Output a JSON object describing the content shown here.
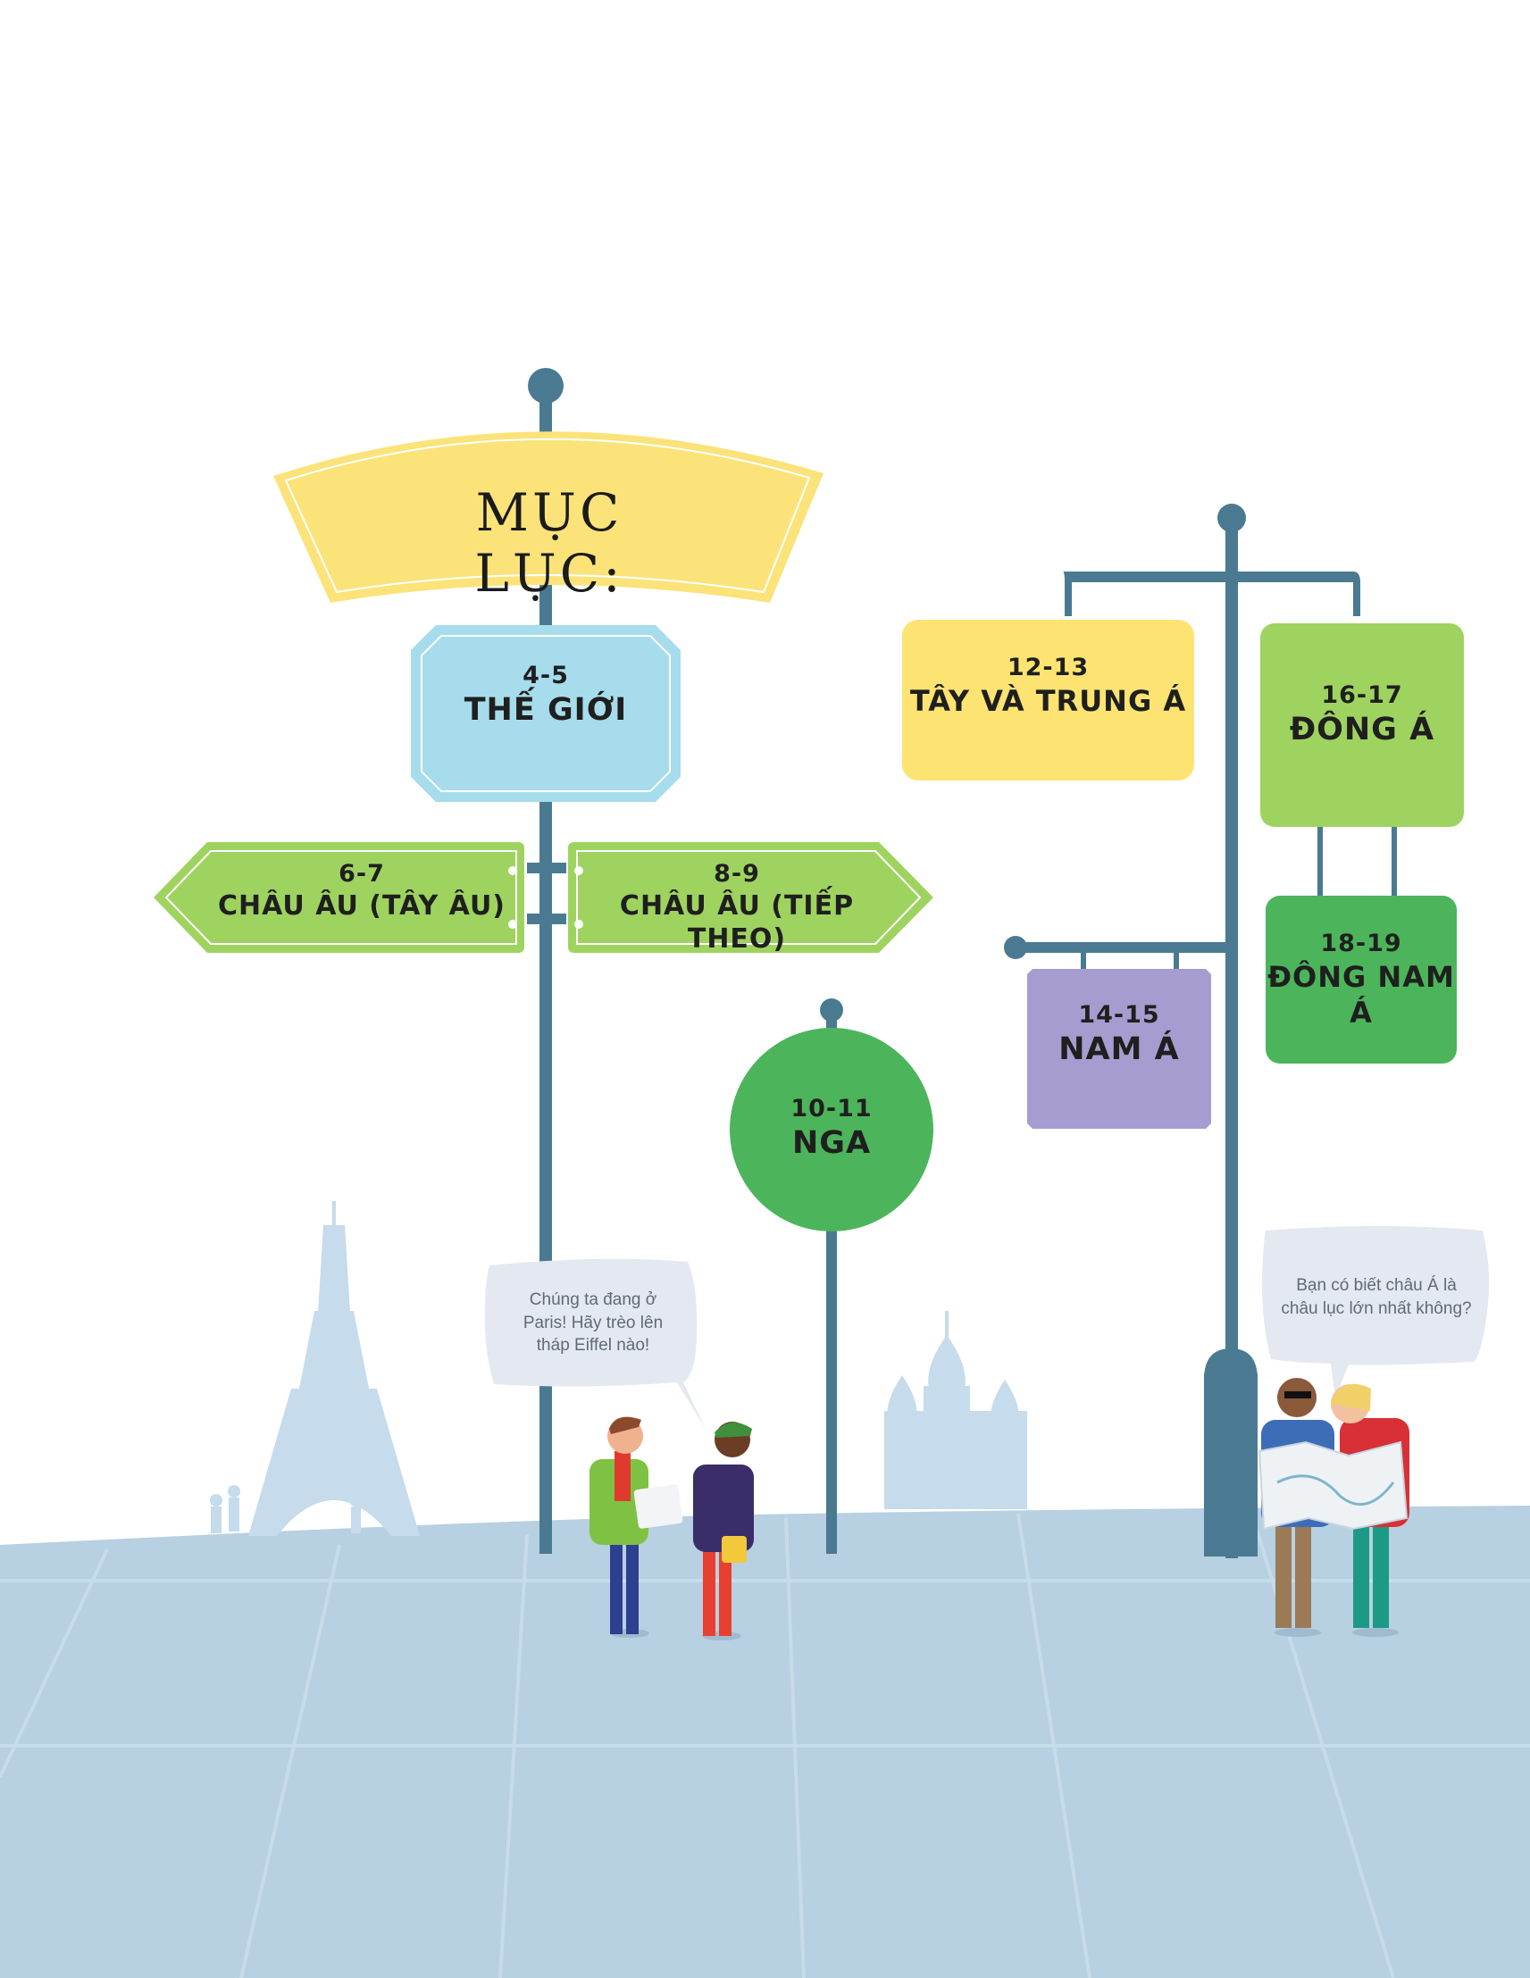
{
  "title": "MỤC LỤC:",
  "signs": {
    "the_gioi": {
      "pages": "4-5",
      "label": "THẾ GIỚI"
    },
    "chau_au_tay_au": {
      "pages": "6-7",
      "label": "CHÂU ÂU (TÂY ÂU)"
    },
    "chau_au_tiep_theo": {
      "pages": "8-9",
      "label": "CHÂU ÂU (TIẾP THEO)"
    },
    "nga": {
      "pages": "10-11",
      "label": "NGA"
    },
    "tay_va_trung_a": {
      "pages": "12-13",
      "label": "TÂY VÀ TRUNG Á"
    },
    "nam_a": {
      "pages": "14-15",
      "label": "NAM Á"
    },
    "dong_a": {
      "pages": "16-17",
      "label": "ĐÔNG Á"
    },
    "dong_nam_a": {
      "pages": "18-19",
      "label": "ĐÔNG NAM Á"
    }
  },
  "bubbles": {
    "left_line1": "Chúng ta đang ở",
    "left_line2": "Paris! Hãy trèo lên",
    "left_line3": "tháp Eiffel nào!",
    "right_line1": "Bạn có biết châu Á là",
    "right_line2": "châu lục lớn nhất không?"
  },
  "colors": {
    "pole": "#4a7a92",
    "ground": "#b7d0e2",
    "title_sign": "#fbe37a",
    "sign_blue": "#a6dcec",
    "sign_lightgreen": "#9fd35f",
    "sign_green": "#4cb55b",
    "sign_yellow": "#fde371",
    "sign_purple": "#a79cd0",
    "landmark": "#cfdfec"
  },
  "icons": [
    "eiffel-tower-icon",
    "cathedral-icon",
    "traveler-icon",
    "map-icon"
  ]
}
